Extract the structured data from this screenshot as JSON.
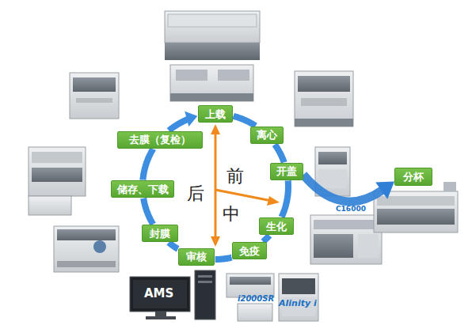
{
  "diagram": {
    "nodes": [
      {
        "text": [
          "上载"
        ]
      },
      {
        "text": [
          "离心"
        ]
      },
      {
        "text": [
          "开盖"
        ]
      },
      {
        "text": [
          "分杯"
        ]
      },
      {
        "text": [
          "生化"
        ]
      },
      {
        "text": [
          "免疫"
        ]
      },
      {
        "text": [
          "审核"
        ]
      },
      {
        "text": [
          "封膜"
        ]
      },
      {
        "text": [
          "储存、下载"
        ]
      },
      {
        "text": [
          "去膜（复检）"
        ]
      }
    ],
    "edges": [
      {
        "from": 0,
        "to": 1,
        "arrow": "none"
      },
      {
        "from": 1,
        "to": 2,
        "arrow": "none"
      },
      {
        "from": 2,
        "to": 4,
        "arrow": "none"
      },
      {
        "from": 4,
        "to": 5,
        "arrow": "none"
      },
      {
        "from": 5,
        "to": 6,
        "arrow": "none"
      },
      {
        "from": 6,
        "to": 7,
        "arrow": "none"
      },
      {
        "from": 7,
        "to": 8,
        "arrow": "none"
      },
      {
        "from": 8,
        "to": 9,
        "arrow": "none"
      },
      {
        "from": 9,
        "to": 0,
        "arrow": "to"
      },
      {
        "from": 2,
        "to": 3,
        "arrow": "to"
      }
    ],
    "labels": [
      "前",
      "后",
      "中",
      "C16000",
      "i2000SR",
      "Alinity i",
      "AMS"
    ]
  }
}
